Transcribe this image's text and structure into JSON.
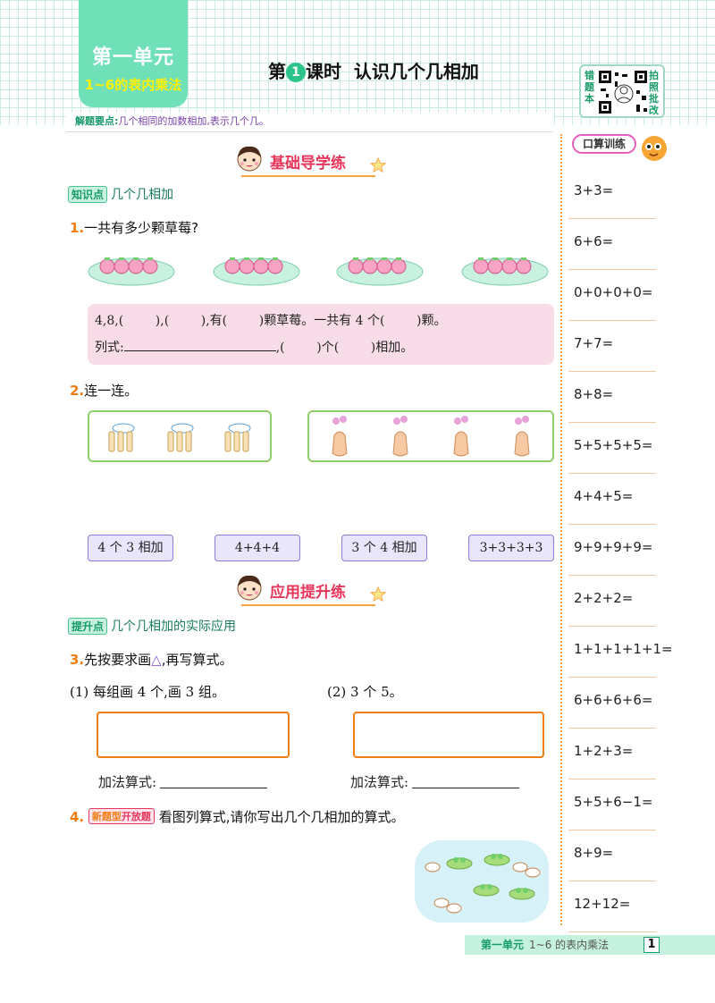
{
  "header": {
    "unit_title": "第一单元",
    "unit_subtitle": "1~6的表内乘法",
    "lesson_prefix": "第",
    "lesson_num": "1",
    "lesson_rest": "课时  认识几个几相加",
    "qr_left": "错题本",
    "qr_right": "拍照批改"
  },
  "tips": {
    "label": "解题要点:",
    "text": "几个相同的加数相加,表示几个几。"
  },
  "section1": {
    "title": "基础导学练",
    "kp_tag": "知识点",
    "kp_text": "几个几相加"
  },
  "q1": {
    "num": "1.",
    "text": "一共有多少颗草莓?",
    "line1": "4,8,(        ),(        ),有(        )颗草莓。一共有 4 个(        )颗。",
    "line2_a": "列式:",
    "line2_b": ",(        )个(        )相加。"
  },
  "q2": {
    "num": "2.",
    "text": "连一连。",
    "options": [
      "4 个 3 相加",
      "4+4+4",
      "3 个 4 相加",
      "3+3+3+3"
    ]
  },
  "section2": {
    "title": "应用提升练",
    "kp_tag": "提升点",
    "kp_text": "几个几相加的实际应用"
  },
  "q3": {
    "num": "3.",
    "text_a": "先按要求画",
    "symbol": "△",
    "text_b": ",再写算式。",
    "sub1": "(1) 每组画 4 个,画 3 组。",
    "sub2": "(2) 3 个 5。",
    "eq_label": "加法算式:"
  },
  "q4": {
    "num": "4.",
    "tag_a": "新题型",
    "tag_b": "开放题",
    "text": "看图列算式,请你写出几个几相加的算式。"
  },
  "oral": {
    "title": "口算训练",
    "items": [
      "3+3=",
      "6+6=",
      "0+0+0+0=",
      "7+7=",
      "8+8=",
      "5+5+5+5=",
      "4+4+5=",
      "9+9+9+9=",
      "2+2+2=",
      "1+1+1+1+1=",
      "6+6+6+6=",
      "1+2+3=",
      "5+5+6−1=",
      "8+9=",
      "12+12="
    ]
  },
  "footer": {
    "unit": "第一单元",
    "chapter": "1~6 的表内乘法",
    "page": "1"
  }
}
